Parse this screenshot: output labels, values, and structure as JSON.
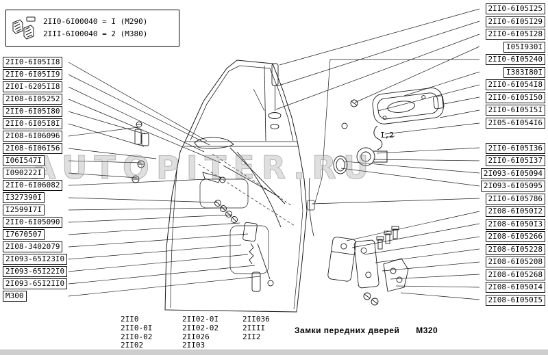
{
  "legend": {
    "line1": "2II0-6I00040 = I (М290)",
    "line2": "2III-6I00040 = 2 (М380)"
  },
  "left_labels": [
    "2II0-6I05II8",
    "2II0-6I05II9",
    "2I0I-6205II8",
    "2I08-6I05252",
    "2II0-6I05I80",
    "2II0-6I05I8I",
    "2I08-6I06096",
    "2I08-6I06I56",
    "I06I547I",
    "I090222I",
    "2II0-6I06082",
    "I327390I",
    "I2599I7I",
    "2II0-6I05090",
    "I7670507",
    "2I08-3402079",
    "2I093-65I23I0",
    "2I093-65I22I0",
    "2I093-65I2II0",
    "М300"
  ],
  "right_labels": [
    "2II0-6I05I25",
    "2II0-6I05I29",
    "2II0-6I05I28",
    "I05I930I",
    "2II0-6I05240",
    "I383I80I",
    "2II0-6I054I8",
    "2II0-6I05I50",
    "2II0-6I05I5I",
    "2I05-6I054I6",
    "I,2",
    "2II0-6I05I36",
    "2II0-6I05I37",
    "2I093-6I05094",
    "2I093-6I05095",
    "2II0-6I05786",
    "2I08-6I050I2",
    "2I08-6I050I3",
    "2I08-6I05266",
    "2I08-6I05228",
    "2I08-6I05208",
    "2I08-6I05268",
    "2I08-6I050I4",
    "2I08-6I050I5"
  ],
  "footer": {
    "columns": [
      [
        "2II0",
        "2II0-0I",
        "2II0-02",
        "2II02"
      ],
      [
        "2II02-0I",
        "2II02-02",
        "2II026",
        "2II03"
      ],
      [
        "2II036",
        "2IIII",
        "2II2"
      ]
    ],
    "title": "Замки передних дверей",
    "model": "М320"
  },
  "watermark": "AUTOPITER.RU"
}
